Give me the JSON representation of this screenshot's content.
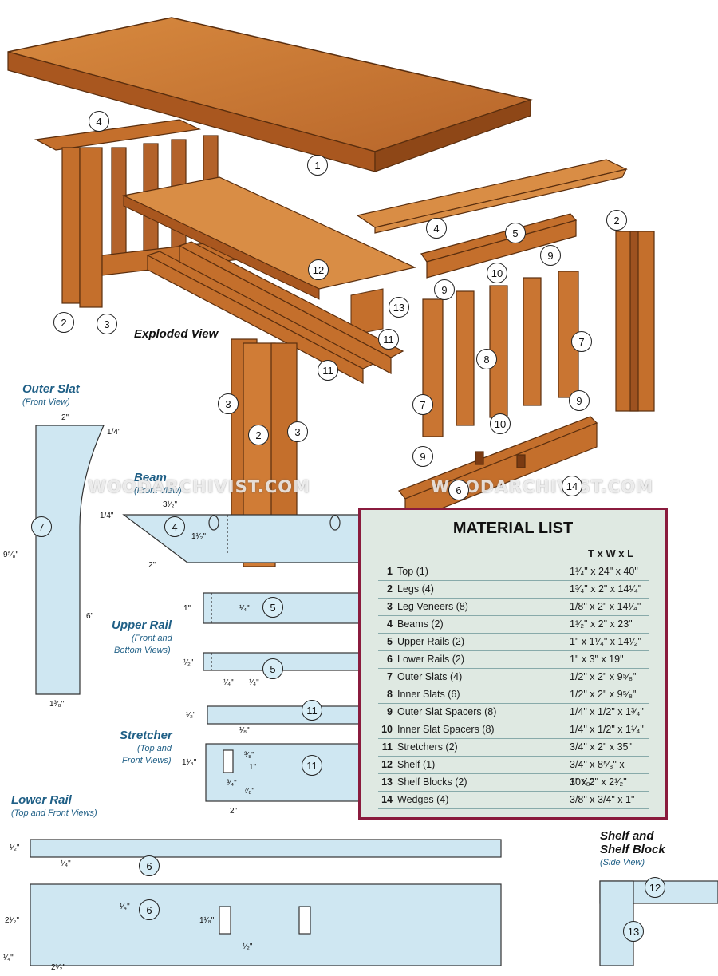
{
  "captions": {
    "exploded_view": "Exploded View",
    "outer_slat_title": "Outer Slat",
    "outer_slat_sub": "(Front View)",
    "beam_title": "Beam",
    "beam_sub": "(Front View)",
    "upper_rail_title": "Upper Rail",
    "upper_rail_sub1": "(Front and",
    "upper_rail_sub2": "Bottom Views)",
    "stretcher_title": "Stretcher",
    "stretcher_sub1": "(Top and",
    "stretcher_sub2": "Front Views)",
    "lower_rail_title": "Lower Rail",
    "lower_rail_sub": "(Top and Front Views)",
    "shelf_title1": "Shelf and",
    "shelf_title2": "Shelf Block",
    "shelf_sub": "(Side View)"
  },
  "watermark": "WOODARCHIVIST.COM",
  "colors": {
    "wood": "#c9772e",
    "wood_dark": "#8a4a18",
    "blueprint": "#cfe7f2",
    "panel_bg": "#dfe9e2",
    "panel_border": "#8a1b3d",
    "caption": "#1f5f86"
  },
  "callouts": {
    "c1": "1",
    "c2a": "2",
    "c3a": "3",
    "c4a": "4",
    "c4b": "4",
    "c5": "5",
    "c2b": "2",
    "c9a": "9",
    "c10a": "10",
    "c9b": "9",
    "c12": "12",
    "c13": "13",
    "c11a": "11",
    "c11b": "11",
    "c8": "8",
    "c7a": "7",
    "c7b": "7",
    "c3b": "3",
    "c2c": "2",
    "c3c": "3",
    "c9c": "9",
    "c10b": "10",
    "c9d": "9",
    "c6a": "6",
    "c14": "14",
    "d7": "7",
    "d4": "4",
    "d5a": "5",
    "d5b": "5",
    "d11a": "11",
    "d11b": "11",
    "d6a": "6",
    "d6b": "6",
    "d12": "12",
    "d13": "13"
  },
  "dims": {
    "slat_w": "2\"",
    "slat_q": "1/4\"",
    "slat_h": "9⁵⁄₈\"",
    "slat_6": "6\"",
    "slat_b": "1³⁄₈\"",
    "beam_len": "3¹⁄₂\"",
    "beam_q": "1/4\"",
    "beam_h": "1¹⁄₂\"",
    "beam_2": "2\"",
    "ur_1": "1\"",
    "ur_q": "¹⁄₄\"",
    "ur_h": "¹⁄₂\"",
    "ur_q1": "¹⁄₄\"",
    "ur_q2": "¹⁄₄\"",
    "st_h": "¹⁄₂\"",
    "st_q": "¹⁄₈\"",
    "st_38": "³⁄₈\"",
    "st_1": "1\"",
    "st_118": "1¹⁄₈\"",
    "st_34": "³⁄₄\"",
    "st_78": "⁷⁄₈\"",
    "st_2": "2\"",
    "lr_h": "¹⁄₂\"",
    "lr_q": "¹⁄₄\"",
    "lr_q2": "¹⁄₄\"",
    "lr_212": "2¹⁄₂\"",
    "lr_118": "1¹⁄₈\"",
    "lr_half": "¹⁄₂\"",
    "lr_q3": "¹⁄₄\"",
    "lr_212b": "2¹⁄₂\""
  },
  "material_list": {
    "title": "MATERIAL LIST",
    "header": "T x W x L",
    "rows": [
      {
        "n": "1",
        "part": "Top (1)",
        "size": "1¹⁄₄\" x 24\" x 40\""
      },
      {
        "n": "2",
        "part": "Legs (4)",
        "size": "1³⁄₄\" x 2\" x 14¹⁄₄\""
      },
      {
        "n": "3",
        "part": "Leg Veneers (8)",
        "size": "1/8\" x 2\" x 14¹⁄₄\""
      },
      {
        "n": "4",
        "part": "Beams (2)",
        "size": "1¹⁄₂\" x 2\" x 23\""
      },
      {
        "n": "5",
        "part": "Upper Rails (2)",
        "size": "1\" x 1¹⁄₄\" x 14¹⁄₂\""
      },
      {
        "n": "6",
        "part": "Lower Rails (2)",
        "size": "1\" x 3\" x 19\""
      },
      {
        "n": "7",
        "part": "Outer Slats (4)",
        "size": "1/2\" x 2\" x 9⁵⁄₈\""
      },
      {
        "n": "8",
        "part": "Inner Slats (6)",
        "size": "1/2\" x 2\" x 9⁵⁄₈\""
      },
      {
        "n": "9",
        "part": "Outer Slat Spacers (8)",
        "size": "1/4\" x 1/2\" x 1³⁄₄\""
      },
      {
        "n": "10",
        "part": "Inner Slat Spacers (8)",
        "size": "1/4\" x 1/2\" x 1¹⁄₄\""
      },
      {
        "n": "11",
        "part": "Stretchers (2)",
        "size": "3/4\" x 2\" x 35\""
      },
      {
        "n": "12",
        "part": "Shelf (1)",
        "size": "3/4\" x 8⁵⁄₈\" x 30⁷⁄₈\""
      },
      {
        "n": "13",
        "part": "Shelf Blocks (2)",
        "size": "1\" x 2\" x 2¹⁄₂\""
      },
      {
        "n": "14",
        "part": "Wedges (4)",
        "size": "3/8\" x 3/4\" x 1\""
      }
    ]
  }
}
